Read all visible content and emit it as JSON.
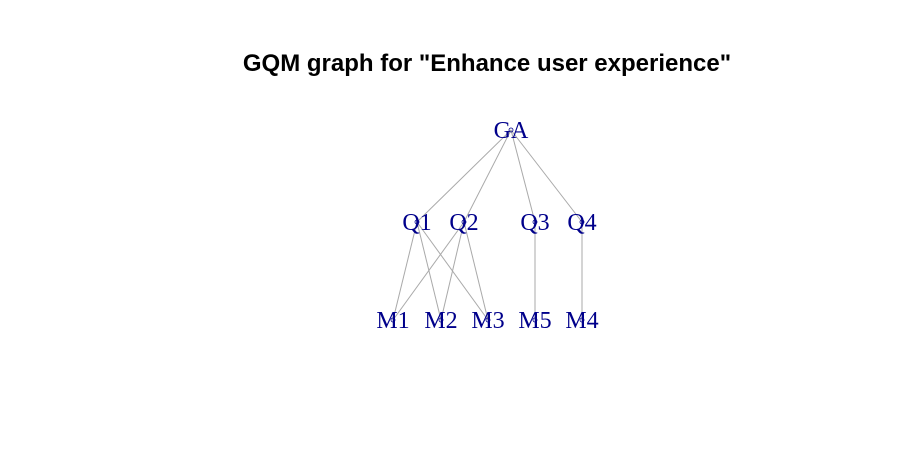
{
  "title": "GQM graph for \"Enhance user experience\"",
  "colors": {
    "node_label": "#00008b",
    "edge": "#a9a9a9",
    "background": "#ffffff",
    "title": "#000000"
  },
  "nodes": [
    {
      "id": "GA",
      "label": "GA",
      "level": "goal"
    },
    {
      "id": "Q1",
      "label": "Q1",
      "level": "question"
    },
    {
      "id": "Q2",
      "label": "Q2",
      "level": "question"
    },
    {
      "id": "Q3",
      "label": "Q3",
      "level": "question"
    },
    {
      "id": "Q4",
      "label": "Q4",
      "level": "question"
    },
    {
      "id": "M1",
      "label": "M1",
      "level": "metric"
    },
    {
      "id": "M2",
      "label": "M2",
      "level": "metric"
    },
    {
      "id": "M3",
      "label": "M3",
      "level": "metric"
    },
    {
      "id": "M5",
      "label": "M5",
      "level": "metric"
    },
    {
      "id": "M4",
      "label": "M4",
      "level": "metric"
    }
  ],
  "edges": [
    {
      "from": "GA",
      "to": "Q1"
    },
    {
      "from": "GA",
      "to": "Q2"
    },
    {
      "from": "GA",
      "to": "Q3"
    },
    {
      "from": "GA",
      "to": "Q4"
    },
    {
      "from": "Q1",
      "to": "M1"
    },
    {
      "from": "Q1",
      "to": "M2"
    },
    {
      "from": "Q1",
      "to": "M3"
    },
    {
      "from": "Q2",
      "to": "M1"
    },
    {
      "from": "Q2",
      "to": "M2"
    },
    {
      "from": "Q2",
      "to": "M3"
    },
    {
      "from": "Q3",
      "to": "M5"
    },
    {
      "from": "Q4",
      "to": "M4"
    }
  ]
}
